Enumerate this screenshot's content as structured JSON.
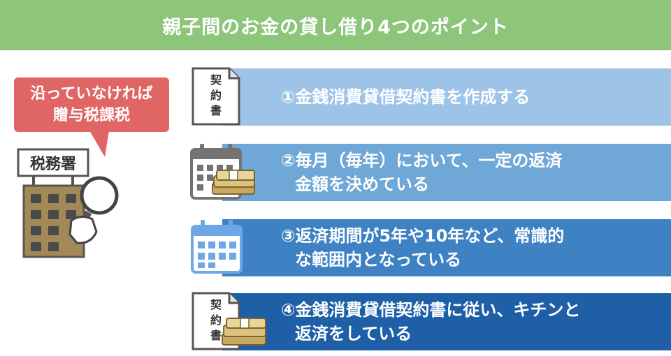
{
  "title": "親子間のお金の貸し借り4つのポイント",
  "callout": {
    "line1": "沿っていなければ",
    "line2": "贈与税課税"
  },
  "tax_office": {
    "sign": "税務署"
  },
  "doc_icon_label": [
    "契",
    "約",
    "書"
  ],
  "points": [
    {
      "line1": "①金銭消費貸借契約書を作成する",
      "line2": "",
      "bg": "#9dc3e6",
      "icon": "contract-document-icon"
    },
    {
      "line1": "②毎月（毎年）において、一定の返済",
      "line2": "金額を決めている",
      "bg": "#6fa7d6",
      "icon": "calendar-money-icon"
    },
    {
      "line1": "③返済期間が5年や10年など、常識的",
      "line2": "な範囲内となっている",
      "bg": "#3f82c4",
      "icon": "calendar-icon"
    },
    {
      "line1": "④金銭消費貸借契約書に従い、キチンと",
      "line2": "返済をしている",
      "bg": "#1f5fa8",
      "icon": "contract-money-icon"
    }
  ],
  "colors": {
    "title_bg": "#8dc57b",
    "callout_bg": "#e06666",
    "building": "#a38958",
    "calendar_gray": "#737373",
    "calendar_blue": "#6fa7e6"
  }
}
